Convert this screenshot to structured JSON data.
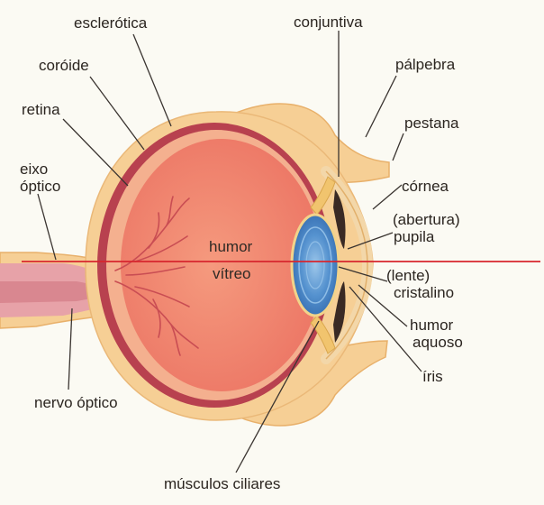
{
  "labels": {
    "esclerotica": "esclerótica",
    "coroide": "coróide",
    "retina": "retina",
    "eixo_optico_1": "eixo",
    "eixo_optico_2": "óptico",
    "nervo_optico": "nervo óptico",
    "conjuntiva": "conjuntiva",
    "palpebra": "pálpebra",
    "pestana": "pestana",
    "cornea": "córnea",
    "pupila_1": "(abertura)",
    "pupila_2": "pupila",
    "cristalino_1": "(lente)",
    "cristalino_2": "cristalino",
    "humor_aquoso_1": "humor",
    "humor_aquoso_2": "aquoso",
    "iris": "íris",
    "musculos_ciliares": "músculos ciliares",
    "humor_vitreo_1": "humor",
    "humor_vitreo_2": "vítreo"
  },
  "colors": {
    "background": "#fbfaf3",
    "sclera": "#f6cf95",
    "choroid": "#b03a4a",
    "retina": "#f2a487",
    "vitreous": "#f0826a",
    "vessels": "#c2414a",
    "lens": "#4a86c6",
    "iris": "#3a2a24",
    "axis": "#d7262e",
    "leader": "#3a3430"
  }
}
